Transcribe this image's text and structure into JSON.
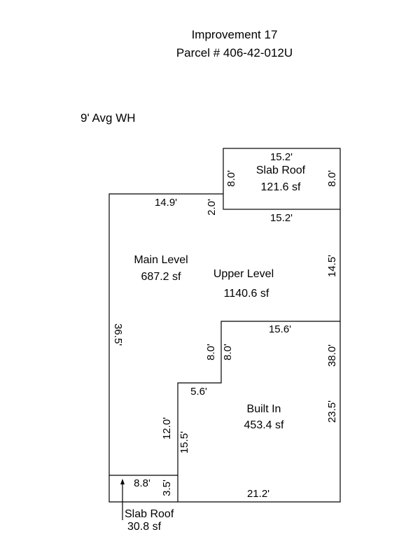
{
  "header": {
    "title": "Improvement 17",
    "parcel": "Parcel # 406-42-012U"
  },
  "wall_height_note": "9' Avg WH",
  "areas": {
    "slab_roof_top": {
      "name": "Slab Roof",
      "area": "121.6 sf"
    },
    "main_level": {
      "name": "Main Level",
      "area": "687.2 sf"
    },
    "upper_level": {
      "name": "Upper Level",
      "area": "1140.6 sf"
    },
    "built_in": {
      "name": "Built In",
      "area": "453.4 sf"
    },
    "slab_roof_bottom": {
      "name": "Slab Roof",
      "area": "30.8 sf"
    }
  },
  "dimensions": {
    "slab_top_width": "15.2'",
    "slab_left_height": "8.0'",
    "slab_right_height": "8.0'",
    "main_top_width": "14.9'",
    "main_step_height": "2.0'",
    "slab_bottom_width": "15.2'",
    "upper_right_height": "14.5'",
    "main_left_height": "36.5'",
    "built_in_top_width": "15.6'",
    "step_inner_height_left": "8.0'",
    "step_inner_height_right": "8.0'",
    "built_in_right_height_outer": "38.0'",
    "step_width": "5.6'",
    "built_in_right_height_inner": "23.5'",
    "lower_left_height": "12.0'",
    "built_in_left_height": "15.5'",
    "slab_small_width": "8.8'",
    "slab_small_height": "3.5'",
    "bottom_width": "21.2'"
  }
}
